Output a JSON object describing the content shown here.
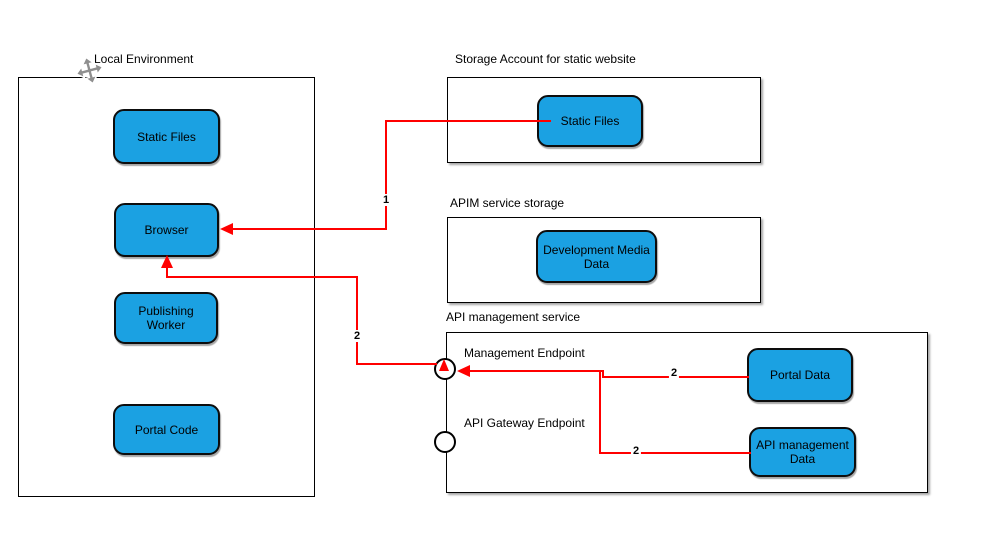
{
  "groups": {
    "local_environment": {
      "title": "Local Environment"
    },
    "storage_account": {
      "title": "Storage Account for static website"
    },
    "apim_storage": {
      "title": "APIM service storage"
    },
    "api_management": {
      "title": "API management service"
    }
  },
  "nodes": {
    "static_files_local": "Static Files",
    "browser": "Browser",
    "publishing_worker": "Publishing Worker",
    "portal_code": "Portal Code",
    "static_files_storage": "Static Files",
    "development_media_data": "Development Media Data",
    "portal_data": "Portal Data",
    "api_management_data": "API management Data"
  },
  "endpoints": {
    "management": "Management Endpoint",
    "gateway": "API Gateway Endpoint"
  },
  "edges": {
    "static_to_browser": {
      "label": "1",
      "from": "Static Files (Storage Account for static website)",
      "to": "Browser"
    },
    "browser_to_management": {
      "label": "2",
      "from": "Browser",
      "to": "Management Endpoint",
      "bidirectional": true
    },
    "portal_data_to_management": {
      "label": "2",
      "from": "Portal Data",
      "to": "Management Endpoint"
    },
    "api_data_to_management": {
      "label": "2",
      "from": "API management Data",
      "to": "Management Endpoint"
    }
  },
  "colors": {
    "node_fill": "#1ba1e2",
    "node_stroke": "#000000",
    "edge_stroke": "#ff0000",
    "container_stroke": "#000000",
    "text": "#000000"
  },
  "icons": {
    "move_cursor": "move-cursor-icon"
  }
}
